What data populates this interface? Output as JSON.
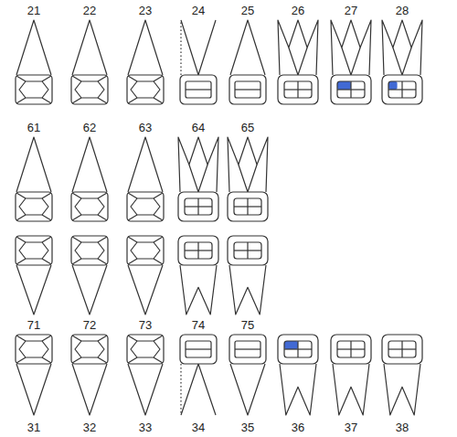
{
  "diagram": {
    "labels": [
      "21",
      "22",
      "23",
      "24",
      "25",
      "26",
      "27",
      "28",
      "61",
      "62",
      "63",
      "64",
      "65",
      "71",
      "72",
      "73",
      "74",
      "75",
      "31",
      "32",
      "33",
      "34",
      "35",
      "36",
      "37",
      "38"
    ]
  }
}
